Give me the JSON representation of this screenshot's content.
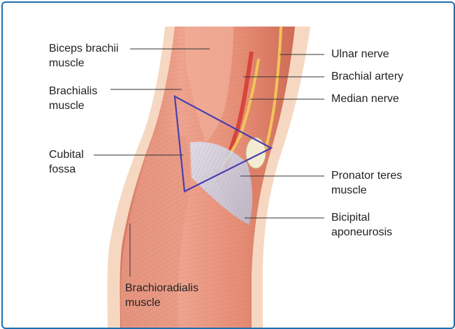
{
  "labels": {
    "biceps_brachii": {
      "line1": "Biceps brachii",
      "line2": "muscle"
    },
    "brachialis": {
      "line1": "Brachialis",
      "line2": "muscle"
    },
    "cubital_fossa": {
      "line1": "Cubital",
      "line2": "fossa"
    },
    "brachioradialis": {
      "line1": "Brachioradialis",
      "line2": "muscle"
    },
    "ulnar_nerve": {
      "line1": "Ulnar nerve"
    },
    "brachial_artery": {
      "line1": "Brachial artery"
    },
    "median_nerve": {
      "line1": "Median nerve"
    },
    "pronator_teres": {
      "line1": "Pronator teres",
      "line2": "muscle"
    },
    "bicipital_aponeurosis": {
      "line1": "Bicipital",
      "line2": "aponeurosis"
    }
  },
  "colors": {
    "frame": "#1a6fae",
    "skin": "#f6d8c2",
    "muscle": "#e8907a",
    "muscle_dark": "#c9654f",
    "nerve": "#f2c45a",
    "artery": "#d8453b",
    "aponeurosis": "#c9d6ec",
    "triangle": "#4a3fb0",
    "leader": "#333333"
  }
}
